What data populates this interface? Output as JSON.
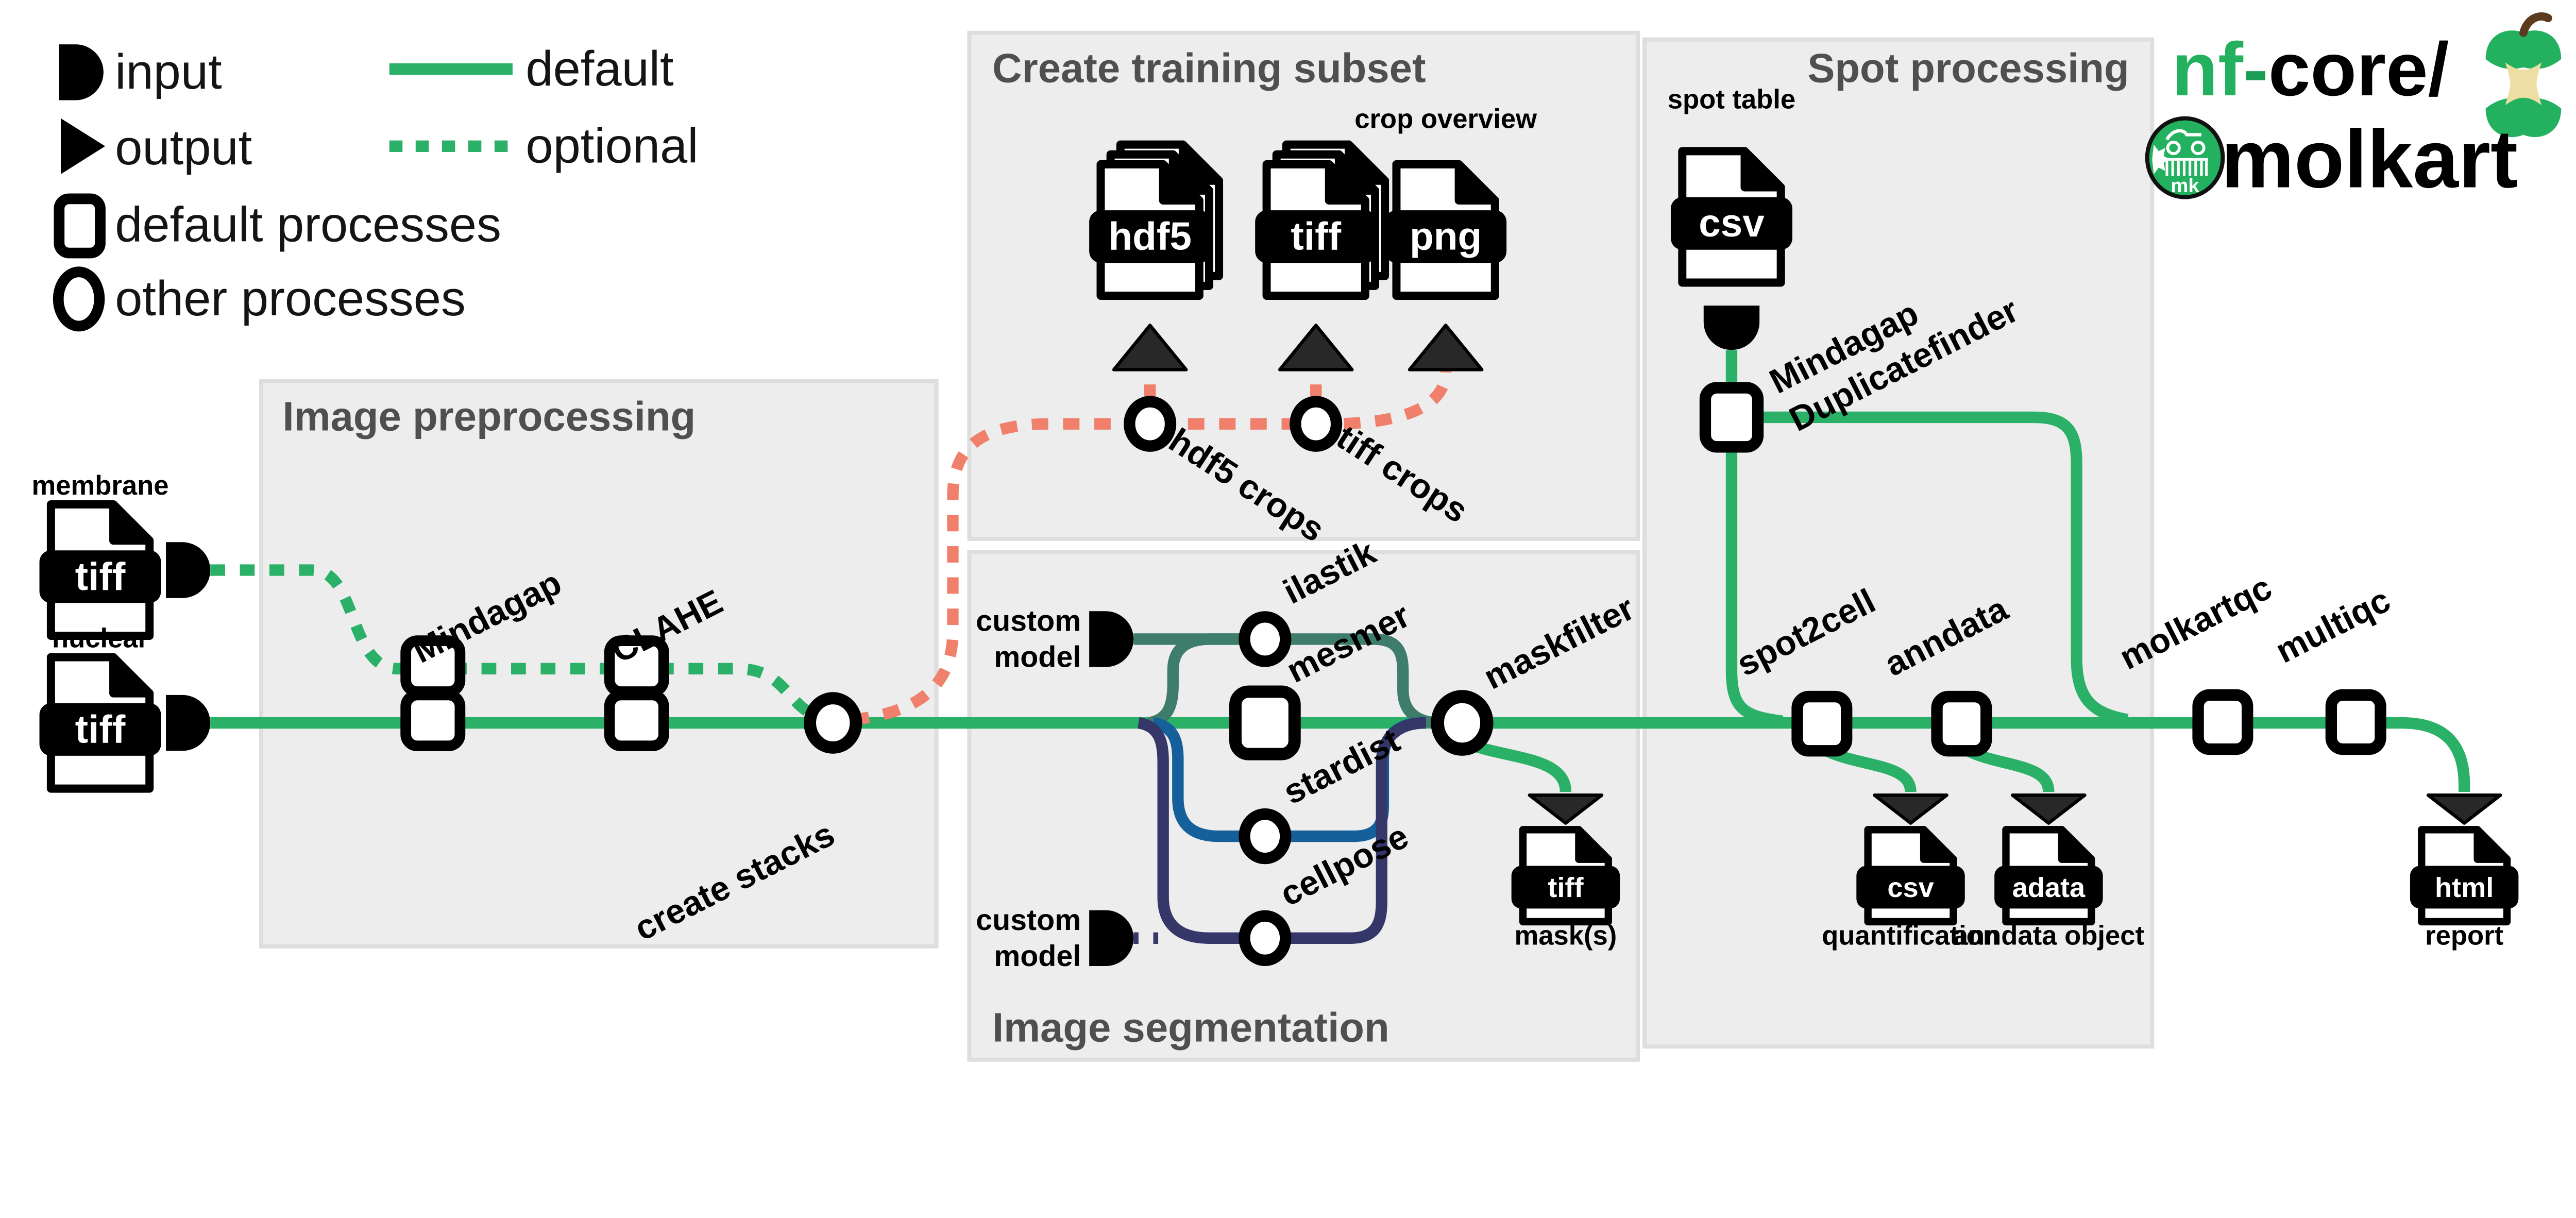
{
  "colors": {
    "green": "#2BB068",
    "salmon": "#F0806B",
    "teal": "#3E7D6B",
    "blue": "#15609B",
    "navy": "#343768",
    "box_fill": "#EDEDED",
    "title_gray": "#4F4F4F",
    "logo_green": "#24B15F",
    "arrow_dark": "#282828"
  },
  "legend": {
    "input": "input",
    "output": "output",
    "default_processes": "default processes",
    "other_processes": "other processes",
    "default_line": "default",
    "optional_line": "optional"
  },
  "boxes": {
    "preprocessing": "Image preprocessing",
    "training": "Create training subset",
    "segmentation": "Image segmentation",
    "spot": "Spot processing"
  },
  "files": {
    "membrane": {
      "caption": "membrane",
      "format": "tiff"
    },
    "nuclear": {
      "caption": "nuclear",
      "format": "tiff"
    },
    "spot_table": {
      "caption": "spot table",
      "format": "csv"
    },
    "hdf5_crops_file": {
      "format": "hdf5"
    },
    "tiff_crops_file": {
      "format": "tiff"
    },
    "crop_overview": {
      "caption": "crop overview",
      "format": "png"
    },
    "mask": {
      "caption": "mask(s)",
      "format": "tiff"
    },
    "quantification": {
      "caption": "quantification",
      "format": "csv"
    },
    "anndata_object": {
      "caption": "anndata object",
      "format": "adata"
    },
    "report": {
      "caption": "report",
      "format": "html"
    }
  },
  "processes": {
    "mindagap": "Mindagap",
    "clahe": "CLAHE",
    "create_stacks": "create stacks",
    "hdf5_crops": "hdf5 crops",
    "tiff_crops": "tiff crops",
    "ilastik": "ilastik",
    "mesmer": "mesmer",
    "stardist": "stardist",
    "cellpose": "cellpose",
    "maskfilter": "maskfilter",
    "mindagap_duplicatefinder_line1": "Mindagap",
    "mindagap_duplicatefinder_line2": "Duplicatefinder",
    "spot2cell": "spot2cell",
    "anndata": "anndata",
    "molkartqc": "molkartqc",
    "multiqc": "multiqc"
  },
  "inputs": {
    "custom_model_line1": "custom",
    "custom_model_line2": "model"
  },
  "logo": {
    "nf": "nf",
    "dash": "-",
    "core": "core/",
    "pipeline": "molkart",
    "badge": "mk"
  }
}
